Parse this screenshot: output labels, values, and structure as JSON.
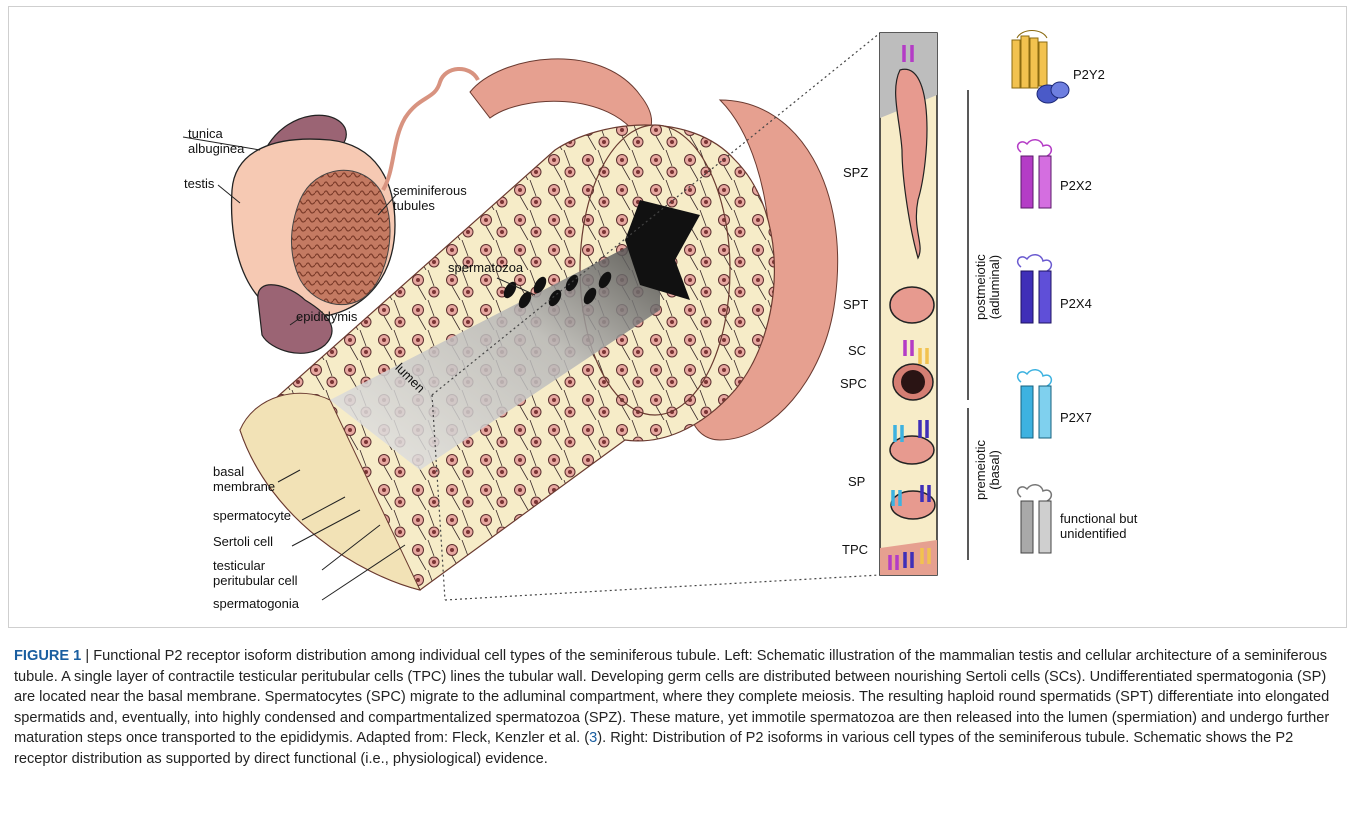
{
  "figure": {
    "labels": {
      "tunica": [
        "tunica",
        "albuginea"
      ],
      "testis": "testis",
      "seminiferous": [
        "seminiferous",
        "tubules"
      ],
      "epididymis": "epididymis",
      "spermatozoa": "spermatozoa",
      "lumen": "lumen",
      "basal": [
        "basal",
        "membrane"
      ],
      "spermatocyte": "spermatocyte",
      "sertoli": "Sertoli cell",
      "testicular": [
        "testicular",
        "peritubular cell"
      ],
      "spermatogonia": "spermatogonia"
    },
    "cell_types": [
      "SPZ",
      "SPT",
      "SC",
      "SPC",
      "SP",
      "TPC"
    ],
    "compartments": {
      "postmeiotic": [
        "postmeiotic",
        "(adluminal)"
      ],
      "premeiotic": [
        "premeiotic",
        "(basal)"
      ]
    },
    "receptors": [
      {
        "name": "P2Y2",
        "color": "#f2c24f"
      },
      {
        "name": "P2X2",
        "color": "#b43cc6"
      },
      {
        "name": "P2X4",
        "color": "#3f2fb8"
      },
      {
        "name": "P2X7",
        "color": "#3db2e0"
      },
      {
        "name": "functional but",
        "name2": "unidentified",
        "color": "#a9a9a9"
      }
    ]
  },
  "caption": {
    "figure_number": "FIGURE 1",
    "separator": "|",
    "text_part1": "Functional P2 receptor isoform distribution among individual cell types of the seminiferous tubule. Left: Schematic illustration of the mammalian testis and cellular architecture of a seminiferous tubule. A single layer of contractile testicular peritubular cells (TPC) lines the tubular wall. Developing germ cells are distributed between nourishing Sertoli cells (SCs). Undifferentiated spermatogonia (SP) are located near the basal membrane. Spermatocytes (SPC) migrate to the adluminal compartment, where they complete meiosis. The resulting haploid round spermatids (SPT) differentiate into elongated spermatids and, eventually, into highly condensed and compartmentalized spermatozoa (SPZ). These mature, yet immotile spermatozoa are then released into the lumen (spermiation) and undergo further maturation steps once transported to the epididymis. Adapted from: Fleck, Kenzler et al. (",
    "ref_number": "3",
    "text_part2": "). Right: Distribution of P2 isoforms in various cell types of the seminiferous tubule. Schematic shows the P2 receptor distribution as supported by direct functional (i.e., physiological) evidence."
  }
}
